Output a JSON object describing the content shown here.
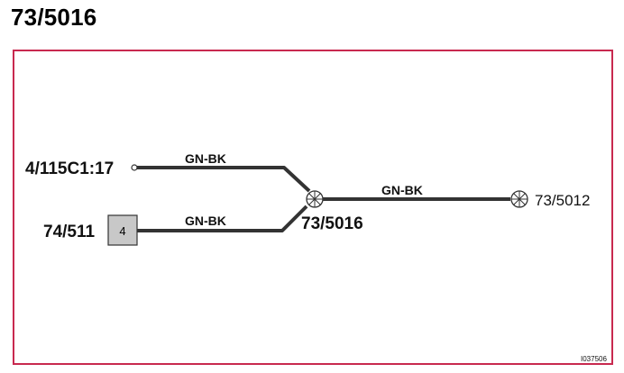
{
  "title": "73/5016",
  "diagram": {
    "frame_color": "#c8294f",
    "wire_color": "#333333",
    "connector_fill": "#c8c8c8",
    "components": {
      "left_top_terminal": "4/115C1:17",
      "left_bottom_component": "74/511",
      "left_bottom_pin": "4",
      "splice_label": "73/5016",
      "right_splice_label": "73/5012"
    },
    "wires": {
      "top_left": "GN-BK",
      "bottom_left": "GN-BK",
      "right": "GN-BK"
    },
    "figure_id": "I037506"
  }
}
